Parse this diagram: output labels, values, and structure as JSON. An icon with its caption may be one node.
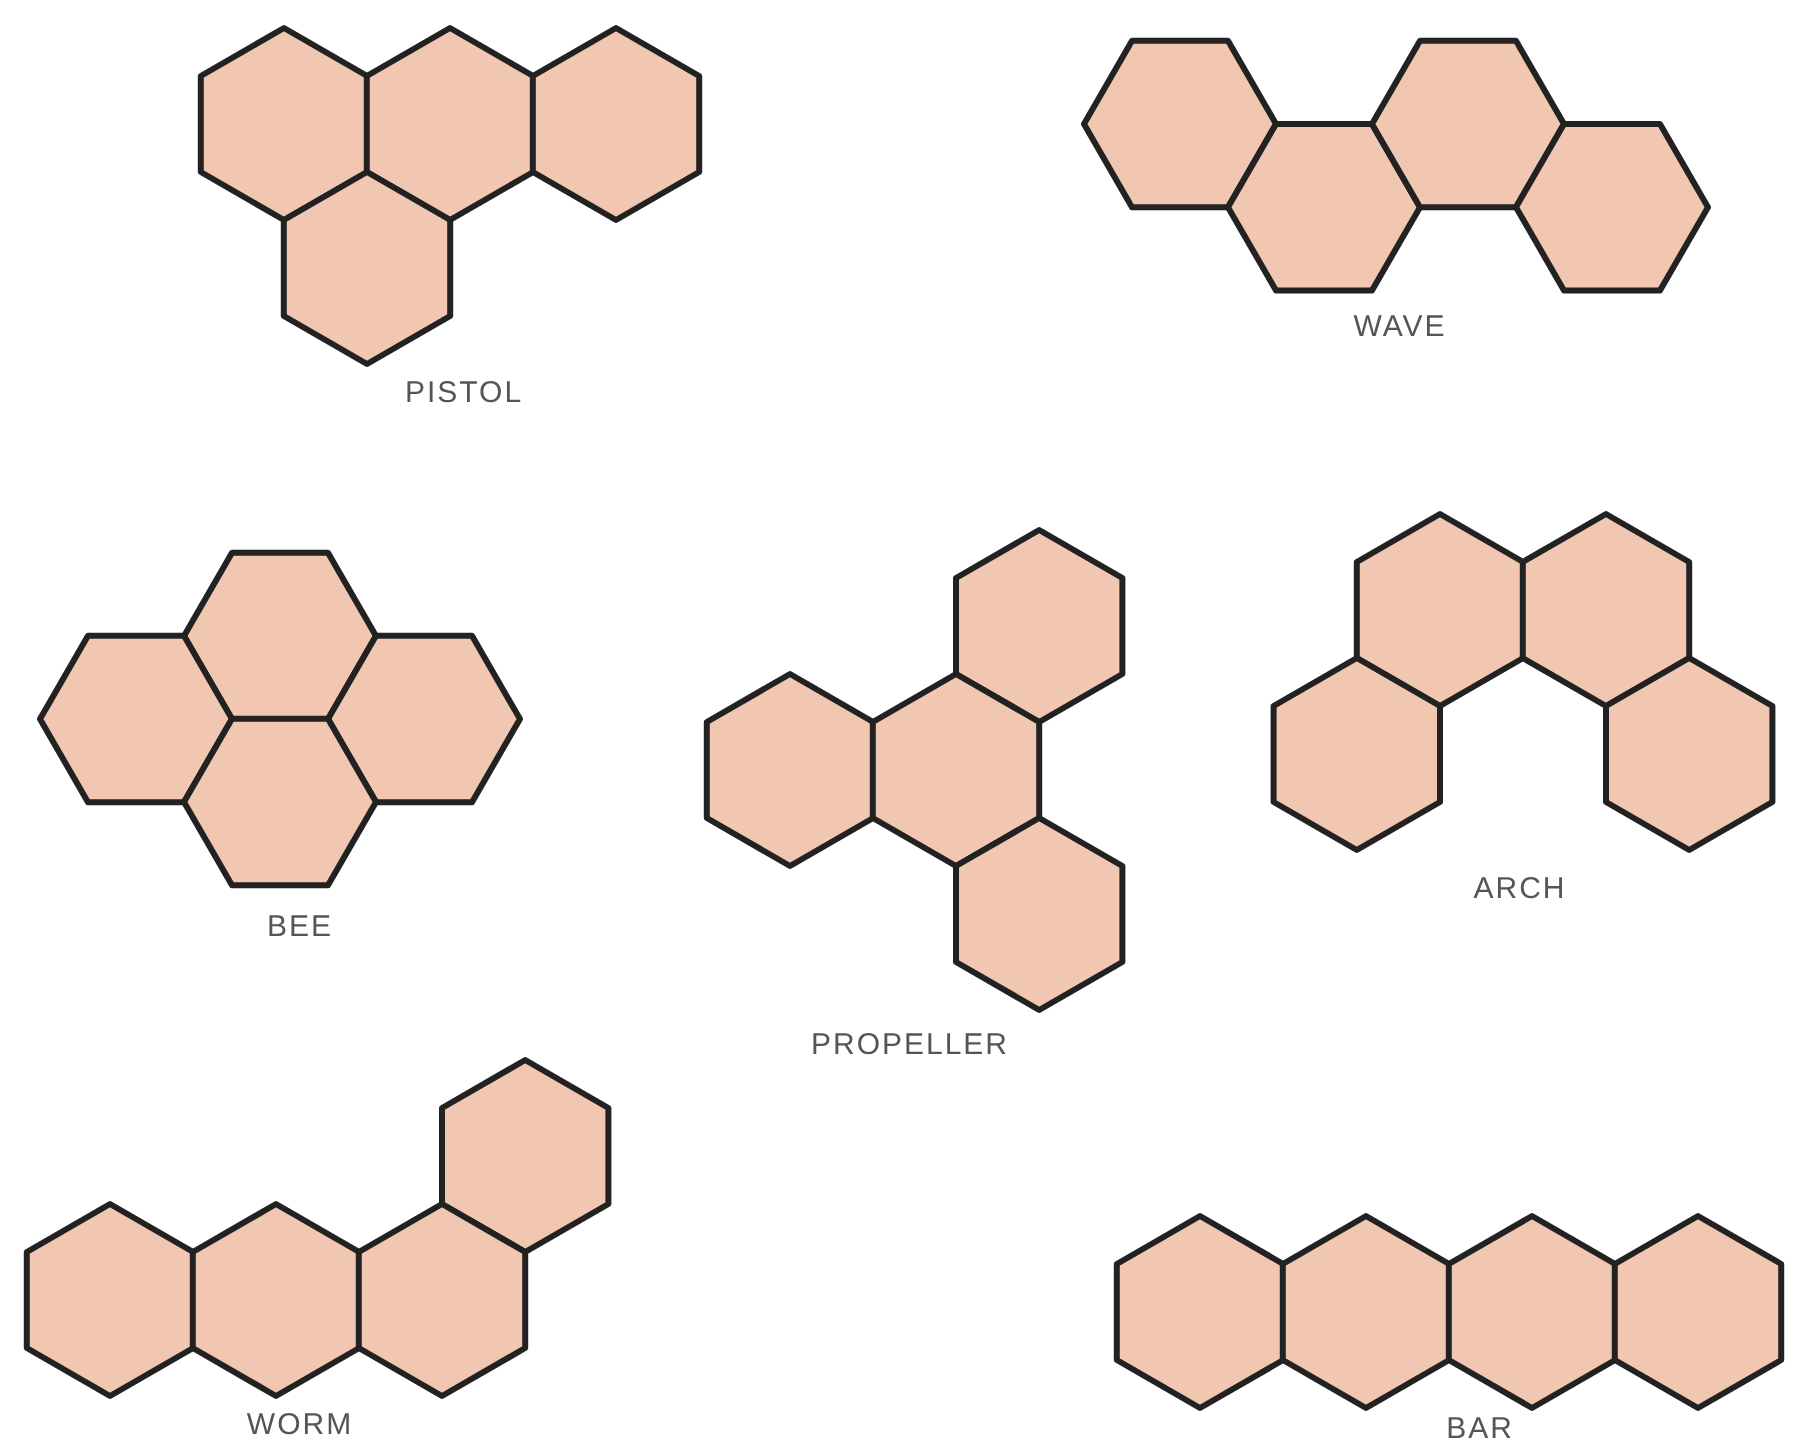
{
  "diagram": {
    "labels": [
      "PISTOL",
      "WAVE",
      "BEE",
      "PROPELLER",
      "ARCH",
      "WORM",
      "BAR"
    ]
  }
}
